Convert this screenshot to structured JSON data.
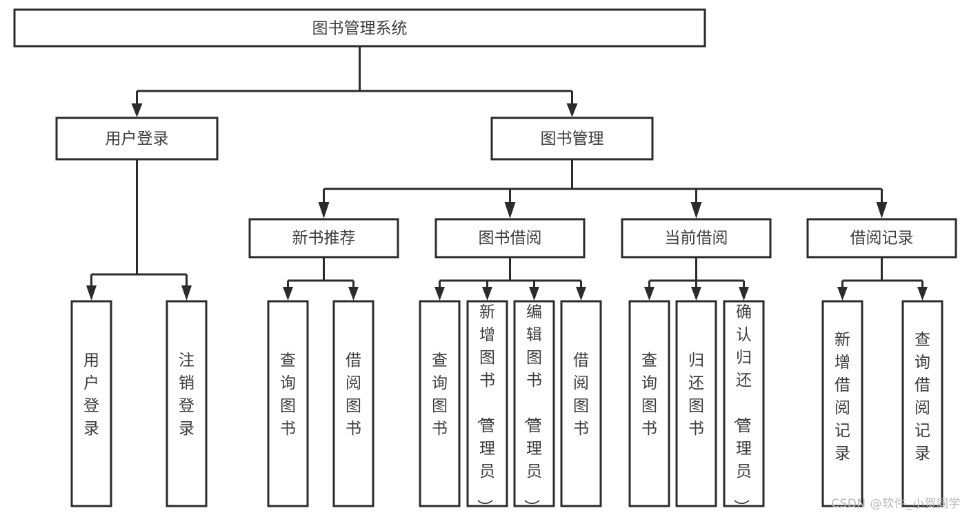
{
  "diagram": {
    "type": "tree",
    "title": "图书管理系统",
    "watermark": "CSDN @软件_小贺同学",
    "colors": {
      "box_stroke": "#2b2b2b",
      "box_fill": "#ffffff",
      "text": "#3c3c3c",
      "watermark": "#b9b9b9",
      "background": "#ffffff"
    },
    "nodes": {
      "root": {
        "label": "图书管理系统"
      },
      "level1": [
        {
          "id": "user-login",
          "label": "用户登录"
        },
        {
          "id": "book-manage",
          "label": "图书管理"
        }
      ],
      "level2": [
        {
          "id": "new-book-recommend",
          "label": "新书推荐"
        },
        {
          "id": "book-borrow",
          "label": "图书借阅"
        },
        {
          "id": "current-borrow",
          "label": "当前借阅"
        },
        {
          "id": "borrow-record",
          "label": "借阅记录"
        }
      ],
      "leaves": [
        {
          "id": "leaf-user-login",
          "label": "用户登录",
          "parent": "user-login"
        },
        {
          "id": "leaf-user-logout",
          "label": "注销登录",
          "parent": "user-login"
        },
        {
          "id": "leaf-query-book-1",
          "label": "查询图书",
          "parent": "new-book-recommend"
        },
        {
          "id": "leaf-borrow-book-1",
          "label": "借阅图书",
          "parent": "new-book-recommend"
        },
        {
          "id": "leaf-query-book-2",
          "label": "查询图书",
          "parent": "book-borrow"
        },
        {
          "id": "leaf-add-book",
          "label": "新增图书（管理员）",
          "parent": "book-borrow"
        },
        {
          "id": "leaf-edit-book",
          "label": "编辑图书（管理员）",
          "parent": "book-borrow"
        },
        {
          "id": "leaf-borrow-book-2",
          "label": "借阅图书",
          "parent": "book-borrow"
        },
        {
          "id": "leaf-query-book-3",
          "label": "查询图书",
          "parent": "current-borrow"
        },
        {
          "id": "leaf-return-book",
          "label": "归还图书",
          "parent": "current-borrow"
        },
        {
          "id": "leaf-confirm-return",
          "label": "确认归还（管理员）",
          "parent": "current-borrow"
        },
        {
          "id": "leaf-add-record",
          "label": "新增借阅记录",
          "parent": "borrow-record"
        },
        {
          "id": "leaf-query-record",
          "label": "查询借阅记录",
          "parent": "borrow-record"
        }
      ]
    }
  }
}
